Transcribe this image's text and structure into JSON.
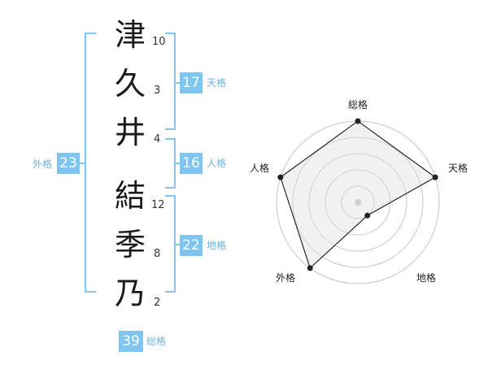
{
  "name": {
    "chars": [
      "津",
      "久",
      "井",
      "結",
      "季",
      "乃"
    ],
    "strokes": [
      "10",
      "3",
      "4",
      "12",
      "8",
      "2"
    ]
  },
  "kaku": {
    "tenkaku": {
      "value": "17",
      "label": "天格"
    },
    "jinkaku": {
      "value": "16",
      "label": "人格"
    },
    "chikaku": {
      "value": "22",
      "label": "地格"
    },
    "gaikaku": {
      "value": "23",
      "label": "外格"
    },
    "soukaku": {
      "value": "39",
      "label": "総格"
    }
  },
  "radar": {
    "axes": [
      "総格",
      "天格",
      "地格",
      "外格",
      "人格"
    ],
    "values": [
      1.0,
      1.0,
      0.2,
      1.0,
      1.0
    ],
    "colors": {
      "fill": "#eeeeee",
      "stroke": "#222222",
      "ring": "#cccccc",
      "center": "#cfcfcf"
    }
  }
}
